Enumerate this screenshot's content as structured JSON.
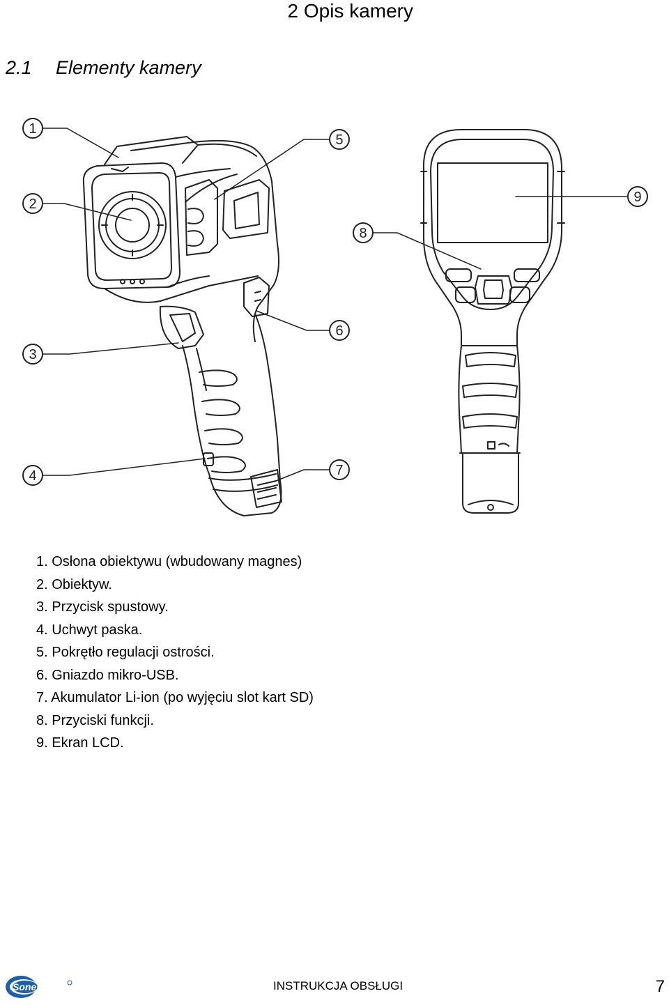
{
  "chapter": {
    "title": "2  Opis kamery"
  },
  "section": {
    "number": "2.1",
    "title": "Elementy kamery"
  },
  "figure": {
    "callouts": [
      "1",
      "2",
      "3",
      "4",
      "5",
      "6",
      "7",
      "8",
      "9"
    ]
  },
  "legend": {
    "items": [
      "1. Osłona obiektywu (wbudowany magnes)",
      "2. Obiektyw.",
      "3. Przycisk spustowy.",
      "4. Uchwyt paska.",
      "5. Pokrętło regulacji ostrości.",
      "6. Gniazdo mikro-USB.",
      "7. Akumulator Li-ion (po wyjęciu slot kart SD)",
      "8. Przyciski funkcji.",
      "9. Ekran LCD."
    ]
  },
  "footer": {
    "logo_text": "Sonel",
    "logo_color": "#1b5fae",
    "document_title": "INSTRUKCJA OBSŁUGI",
    "page_number": "7"
  }
}
